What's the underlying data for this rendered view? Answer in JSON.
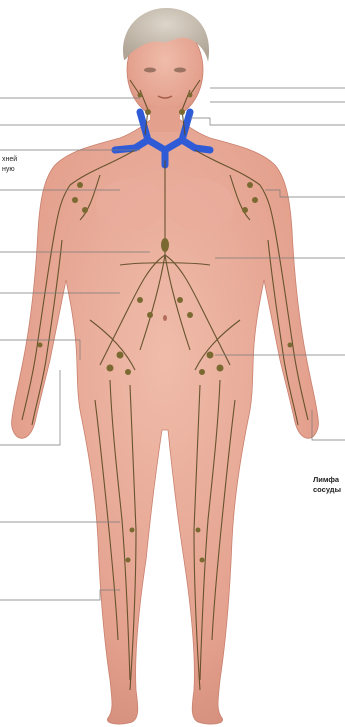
{
  "labels": {
    "left_frag_line1": "хней",
    "left_frag_line2": "ную",
    "right_frag_line1": "Лимфа",
    "right_frag_line2": "сосуды"
  },
  "colors": {
    "skin": "#e7aa9a",
    "skin_shadow": "#cf8775",
    "hair": "#c9bfb3",
    "lymph_vessel": "#5a4a22",
    "lymph_node": "#7a6a32",
    "veins": "#2f5bd6",
    "leader_line": "#7a7a7a"
  }
}
